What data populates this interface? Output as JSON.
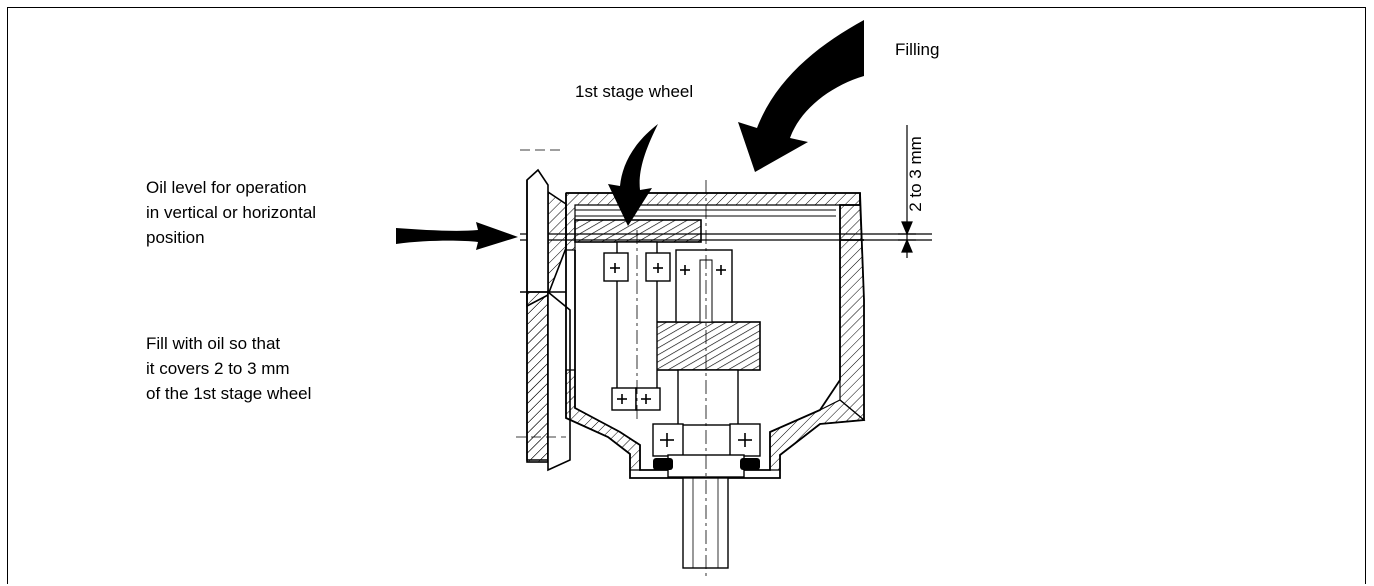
{
  "labels": {
    "filling": "Filling",
    "first_stage_wheel": "1st stage wheel",
    "dimension": "2 to 3 mm",
    "oil_level": [
      "Oil level for operation",
      "in vertical or horizontal",
      "position"
    ],
    "fill_instruction": [
      "Fill with oil so that",
      "it covers 2 to 3 mm",
      "of the 1st stage wheel"
    ]
  },
  "colors": {
    "ink": "#000000",
    "paper": "#ffffff"
  }
}
